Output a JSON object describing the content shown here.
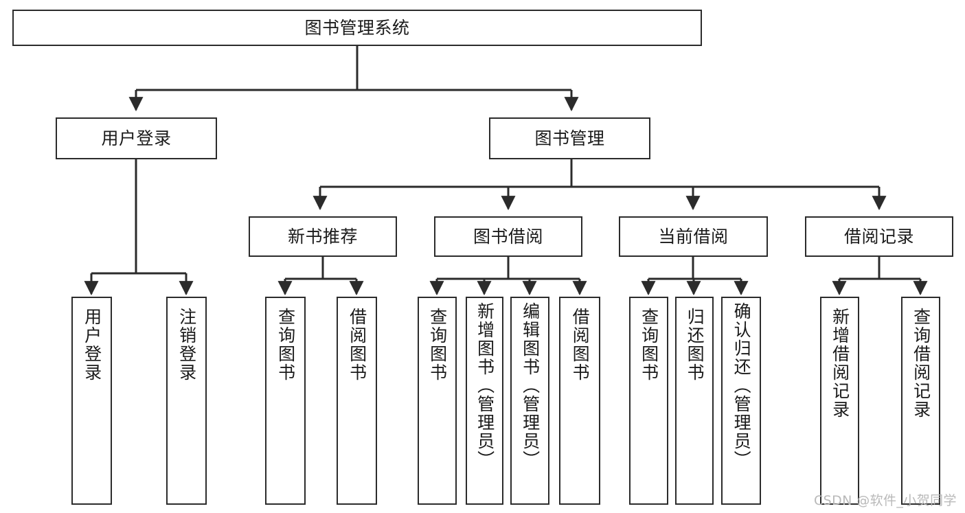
{
  "diagram": {
    "type": "tree-hierarchy",
    "title": "图书管理系统",
    "orientation": "top-down",
    "style": {
      "box_stroke": "#2b2b2b",
      "box_fill": "#ffffff",
      "edge_color": "#2b2b2b",
      "text_color": "#1a1a1a",
      "background": "#ffffff"
    },
    "levels": 4,
    "nodes": {
      "root": {
        "label": "图书管理系统"
      },
      "level2": [
        {
          "id": "user-login",
          "label": "用户登录"
        },
        {
          "id": "book-manage",
          "label": "图书管理"
        }
      ],
      "level3": [
        {
          "id": "new-book-recommend",
          "label": "新书推荐",
          "parent": "book-manage"
        },
        {
          "id": "book-borrow",
          "label": "图书借阅",
          "parent": "book-manage"
        },
        {
          "id": "current-borrow",
          "label": "当前借阅",
          "parent": "book-manage"
        },
        {
          "id": "borrow-record",
          "label": "借阅记录",
          "parent": "book-manage"
        }
      ],
      "leaves": {
        "user-login": [
          {
            "id": "leaf-user-login",
            "label": "用户登录"
          },
          {
            "id": "leaf-logout",
            "label": "注销登录"
          }
        ],
        "new-book-recommend": [
          {
            "id": "leaf-query-book-1",
            "label": "查询图书"
          },
          {
            "id": "leaf-borrow-book-1",
            "label": "借阅图书"
          }
        ],
        "book-borrow": [
          {
            "id": "leaf-query-book-2",
            "label": "查询图书"
          },
          {
            "id": "leaf-add-book",
            "label": "新增图书（管理员）"
          },
          {
            "id": "leaf-edit-book",
            "label": "编辑图书（管理员）"
          },
          {
            "id": "leaf-borrow-book-2",
            "label": "借阅图书"
          }
        ],
        "current-borrow": [
          {
            "id": "leaf-query-book-3",
            "label": "查询图书"
          },
          {
            "id": "leaf-return-book",
            "label": "归还图书"
          },
          {
            "id": "leaf-confirm-return",
            "label": "确认归还（管理员）"
          }
        ],
        "borrow-record": [
          {
            "id": "leaf-add-record",
            "label": "新增借阅记录"
          },
          {
            "id": "leaf-query-record",
            "label": "查询借阅记录"
          }
        ]
      }
    }
  },
  "watermark": {
    "text": "CSDN @软件_小贺同学"
  }
}
